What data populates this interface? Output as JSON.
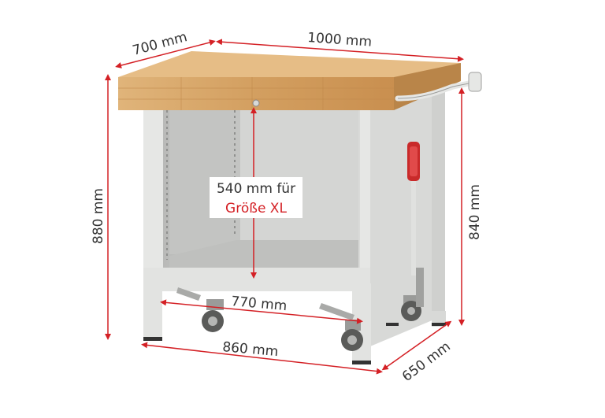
{
  "dimensions": {
    "depth_top": "700 mm",
    "width_top": "1000 mm",
    "height_total": "880 mm",
    "height_frame": "840 mm",
    "inner_width": "770 mm",
    "outer_width": "860 mm",
    "depth_bottom": "650 mm"
  },
  "cabinet_label": {
    "line1": "540 mm für",
    "line2": "Größe XL"
  },
  "colors": {
    "arrow": "#d42025",
    "frame": "#e6e7e5",
    "frame_shade": "#c9cac8",
    "wood": "#d7a76b",
    "wood_dark": "#b98549",
    "handle": "#c92a2a",
    "text": "#333333",
    "accent_text": "#d42025"
  }
}
